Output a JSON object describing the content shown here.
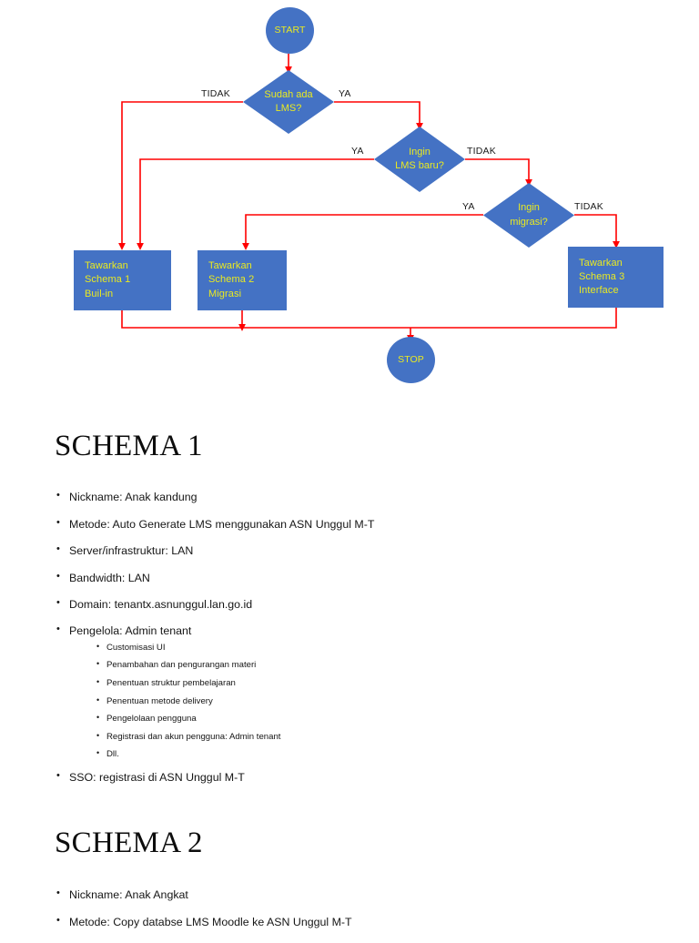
{
  "flowchart": {
    "accent_blue": "#4472C4",
    "label_yellow": "#EAEA20",
    "connector_red": "#FF0000",
    "start": "START",
    "stop": "STOP",
    "decisions": [
      {
        "line1": "Sudah ada",
        "line2": "LMS?",
        "no_label": "TIDAK",
        "yes_label": "YA"
      },
      {
        "line1": "Ingin",
        "line2": "LMS baru?",
        "no_label": "TIDAK",
        "yes_label": "YA"
      },
      {
        "line1": "Ingin",
        "line2": "migrasi?",
        "no_label": "TIDAK",
        "yes_label": "YA"
      }
    ],
    "processes": [
      {
        "line1": "Tawarkan",
        "line2": "Schema 1",
        "line3": "Buil-in"
      },
      {
        "line1": "Tawarkan",
        "line2": "Schema 2",
        "line3": "Migrasi"
      },
      {
        "line1": "Tawarkan",
        "line2": "Schema 3",
        "line3": "Interface"
      }
    ]
  },
  "schema1": {
    "title": "SCHEMA 1",
    "bullets": [
      "Nickname: Anak kandung",
      "Metode: Auto Generate LMS menggunakan ASN Unggul M-T",
      "Server/infrastruktur: LAN",
      "Bandwidth: LAN",
      "Domain: tenantx.asnunggul.lan.go.id",
      "Pengelola: Admin tenant",
      "SSO: registrasi di ASN Unggul M-T"
    ],
    "sub_bullets": [
      "Customisasi UI",
      "Penambahan dan pengurangan materi",
      "Penentuan struktur pembelajaran",
      "Penentuan metode delivery",
      "Pengelolaan pengguna",
      "Registrasi dan akun pengguna: Admin tenant",
      "Dll."
    ]
  },
  "schema2": {
    "title": "SCHEMA 2",
    "bullets": [
      "Nickname: Anak Angkat",
      "Metode: Copy databse LMS Moodle ke ASN Unggul M-T"
    ]
  }
}
